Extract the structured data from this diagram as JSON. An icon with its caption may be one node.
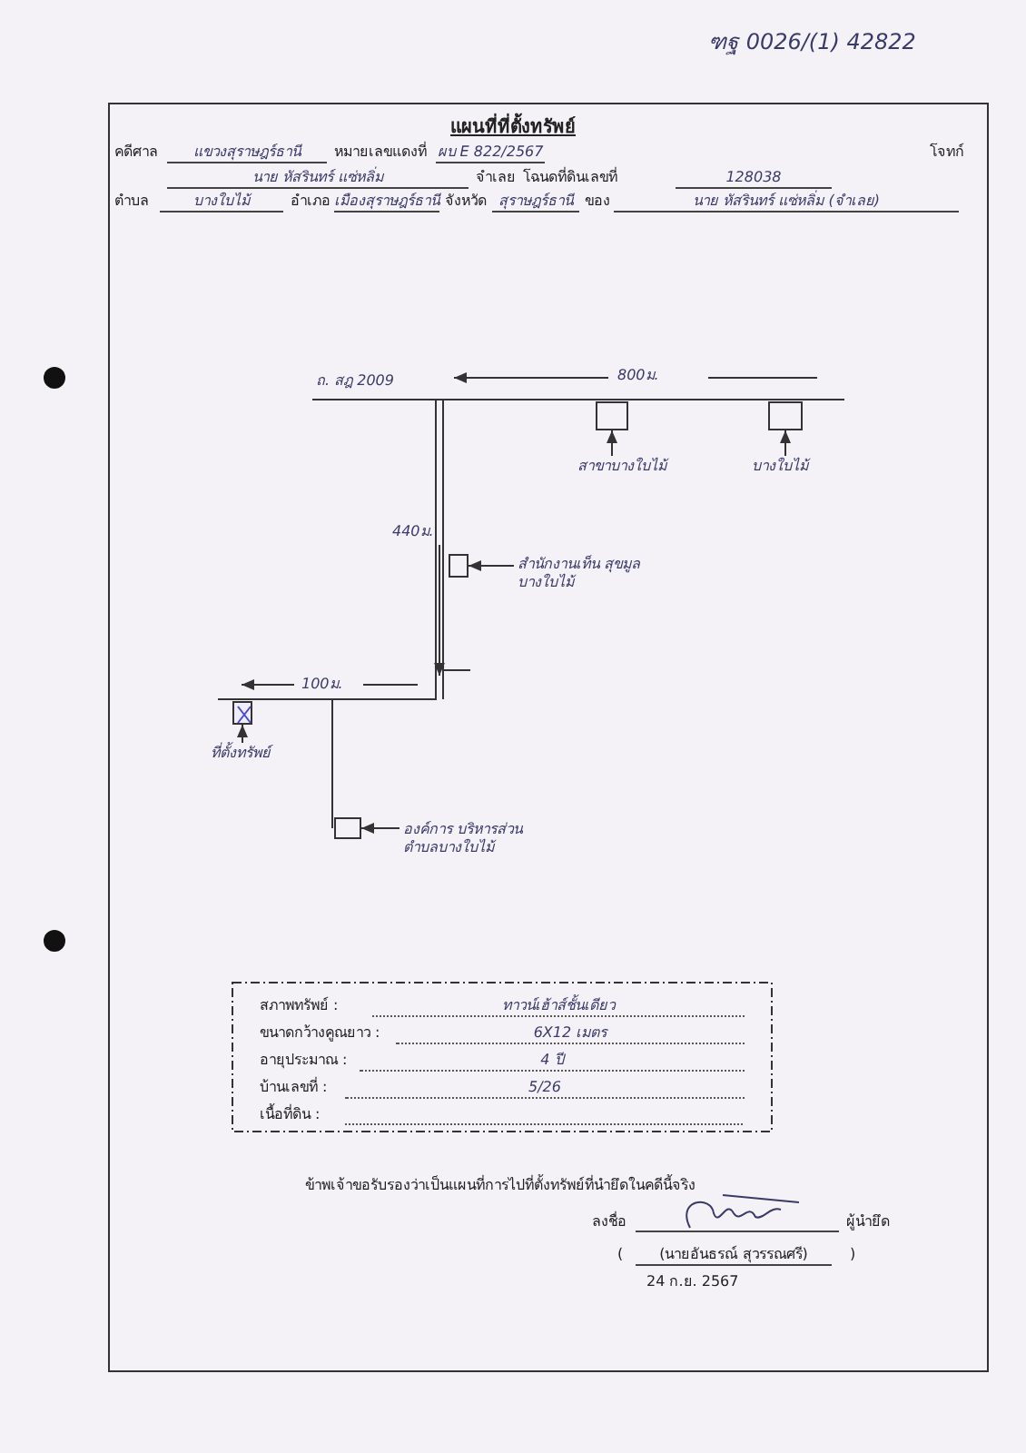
{
  "diagram": {
    "title": "แผนที่ที่ตั้งทรัพย์",
    "nodes": [
      {
        "text": [],
        "shape": "box"
      },
      {
        "text": [],
        "shape": "box"
      },
      {
        "text": [
          "สาขาบางใบไม้"
        ]
      },
      {
        "text": [
          "บางใบไม้"
        ]
      },
      {
        "text": [],
        "shape": "box"
      },
      {
        "text": [
          "สำนักงานเท็น สุขมูล บางใบไม้"
        ]
      },
      {
        "text": [],
        "shape": "box"
      },
      {
        "text": [
          "ที่ตั้งทรัพย์"
        ]
      },
      {
        "text": [],
        "shape": "box"
      },
      {
        "text": [
          "องค์การ บริหารส่วน ตำบลบางใบไม้"
        ]
      }
    ],
    "edges": [
      {
        "from": 2,
        "to": 0,
        "arrow": "to"
      },
      {
        "from": 3,
        "to": 1,
        "arrow": "to"
      },
      {
        "from": 5,
        "to": 4,
        "arrow": "to"
      },
      {
        "from": 7,
        "to": 6,
        "arrow": "to"
      },
      {
        "from": 9,
        "to": 8,
        "arrow": "to"
      }
    ],
    "labels": [
      "ฑฐ 0026/(1) 42822",
      "คดีศาล",
      "แขวงสุราษฎร์ธานี",
      "หมายเลขแดงที่",
      "ผบ E 822/2567",
      "โจทก์",
      "นาย หัสรินทร์ แซ่หลิ่ม",
      "จำเลย",
      "โฉนดที่ดินเลขที่",
      "128038",
      "ตำบล",
      "บางใบไม้",
      "อำเภอ",
      "เมืองสุราษฎร์ธานี",
      "จังหวัด",
      "สุราษฎร์ธานี",
      "ของ",
      "นาย หัสรินทร์ แซ่หลิ่ม (จำเลย)",
      "ถ. สฎ 2009",
      "800ม.",
      "440ม.",
      "100ม.",
      "สภาพทรัพย์ :",
      "ทาวน์เฮ้าส์ชั้นเดียว",
      "ขนาดกว้างคูณยาว :",
      "6X12 เมตร",
      "อายุประมาณ :",
      "4 ปี",
      "บ้านเลขที่ :",
      "5/26",
      "เนื้อที่ดิน :",
      "ข้าพเจ้าขอรับรองว่าเป็นแผนที่การไปที่ตั้งทรัพย์ที่นำยึดในคดีนี้จริง",
      "ลงชื่อ",
      "ผู้นำยึด",
      "(",
      "(นายอันธรณ์ สุวรรณศรี)",
      ")",
      "24 ก.ย. 2567"
    ]
  }
}
